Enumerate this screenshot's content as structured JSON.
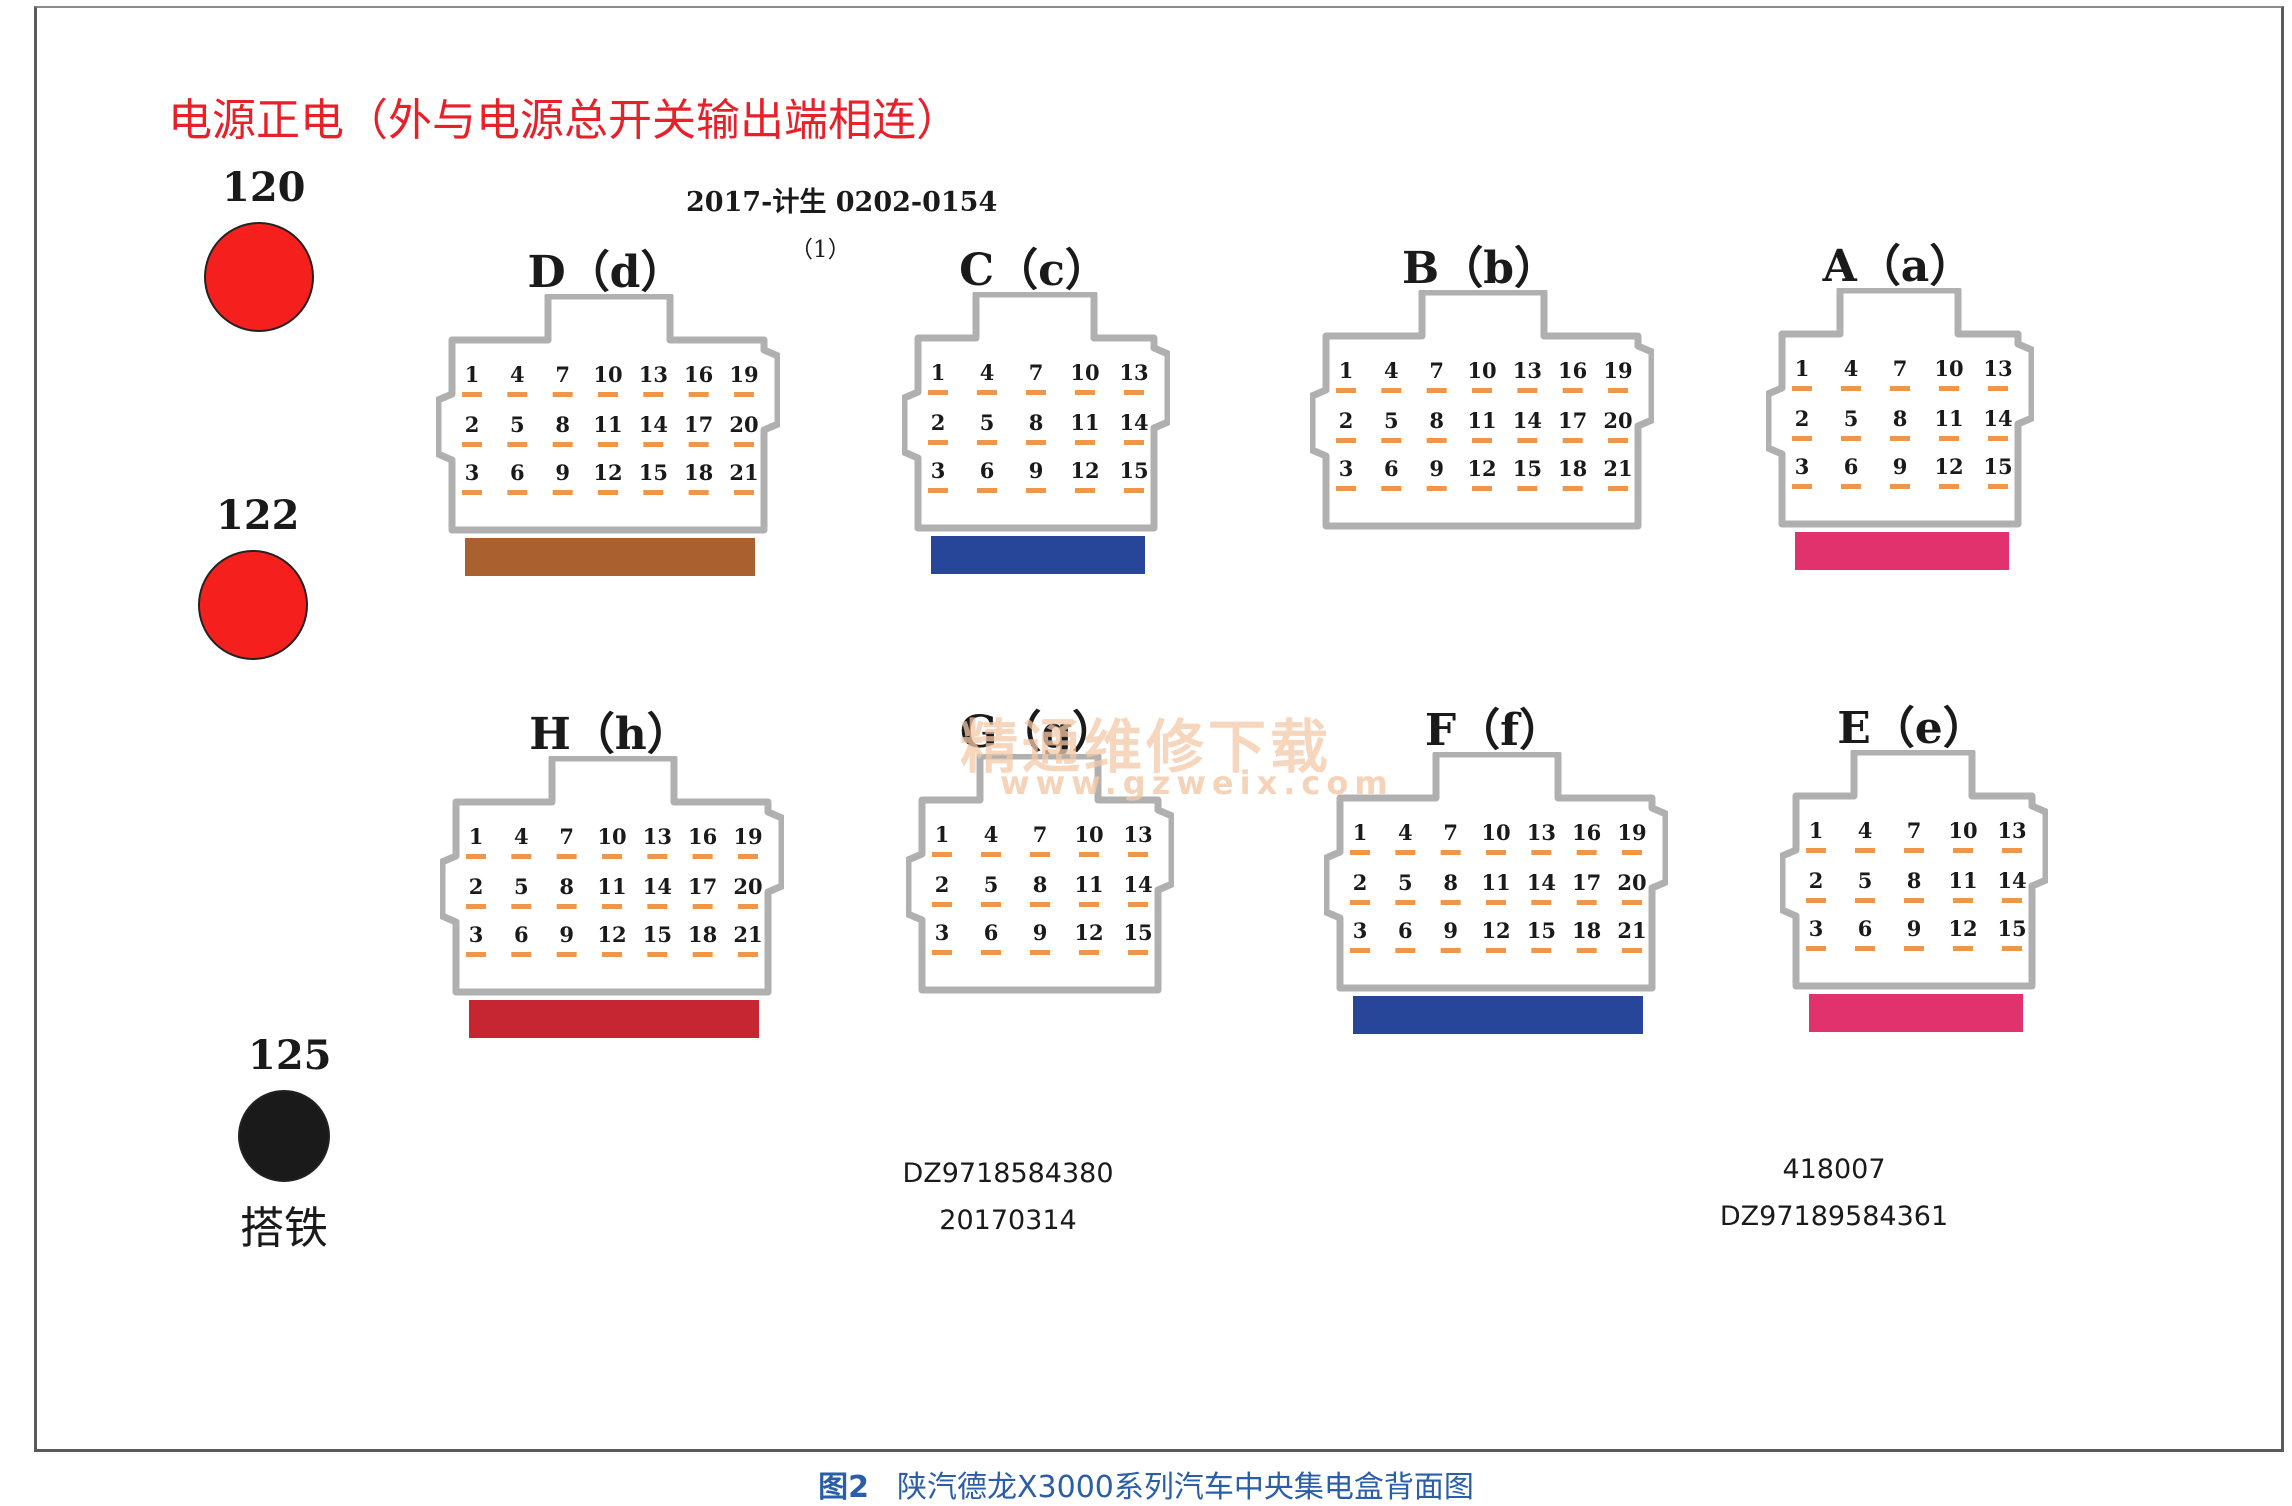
{
  "title": "电源正电（外与电源总开关输出端相连）",
  "doc_code": "2017-计生 0202-0154",
  "doc_sub": "（1）",
  "terminals": [
    {
      "label": "120",
      "color": "#f5201e"
    },
    {
      "label": "122",
      "color": "#f5201e"
    },
    {
      "label": "125",
      "color": "#1a1a1a",
      "sub": "搭铁"
    }
  ],
  "connectors": [
    {
      "id": "D",
      "title": "D（d）",
      "size": 21,
      "bar_color": "#a8612f"
    },
    {
      "id": "C",
      "title": "C（c）",
      "size": 15,
      "bar_color": "#27469a"
    },
    {
      "id": "B",
      "title": "B（b）",
      "size": 21,
      "bar_color": ""
    },
    {
      "id": "A",
      "title": "A（a）",
      "size": 15,
      "bar_color": "#e1326e"
    },
    {
      "id": "H",
      "title": "H（h）",
      "size": 21,
      "bar_color": "#c62631"
    },
    {
      "id": "G",
      "title": "G（g）",
      "size": 15,
      "bar_color": ""
    },
    {
      "id": "F",
      "title": "F（f）",
      "size": 21,
      "bar_color": "#27469a"
    },
    {
      "id": "E",
      "title": "E（e）",
      "size": 15,
      "bar_color": "#e1326e"
    }
  ],
  "part_codes_left": [
    "DZ9718584380",
    "20170314"
  ],
  "part_codes_right": [
    "418007",
    "DZ97189584361"
  ],
  "watermark": "精通维修下载",
  "watermark_url": "www.gzweix.com",
  "caption_fig": "图2",
  "caption_text": "陕汽德龙X3000系列汽车中央集电盒背面图",
  "colors": {
    "pin_bar": "#f0964b",
    "outline": "#b0b0b0"
  }
}
